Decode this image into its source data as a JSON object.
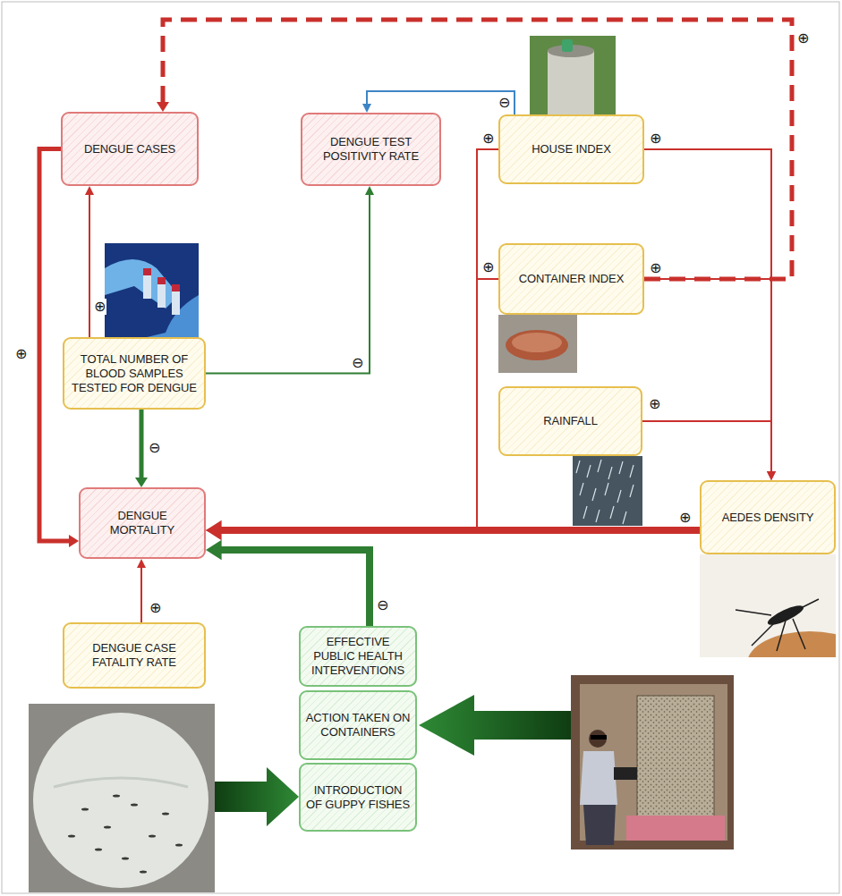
{
  "diagram": {
    "nodes": [
      {
        "text": [
          "DENGUE CASES"
        ]
      },
      {
        "text": [
          "DENGUE TEST POSITIVITY RATE"
        ]
      },
      {
        "text": [
          "HOUSE INDEX"
        ]
      },
      {
        "text": [
          "CONTAINER INDEX"
        ]
      },
      {
        "text": [
          "TOTAL NUMBER OF BLOOD SAMPLES TESTED FOR DENGUE"
        ]
      },
      {
        "text": [
          "RAINFALL"
        ]
      },
      {
        "text": [
          "AEDES DENSITY"
        ]
      },
      {
        "text": [
          "DENGUE MORTALITY"
        ]
      },
      {
        "text": [
          "DENGUE CASE FATALITY RATE"
        ]
      },
      {
        "text": [
          "EFFECTIVE PUBLIC HEALTH INTERVENTIONS"
        ]
      },
      {
        "text": [
          "ACTION TAKEN ON CONTAINERS"
        ]
      },
      {
        "text": [
          "INTRODUCTION OF GUPPY FISHES"
        ]
      }
    ],
    "edges": [
      {
        "from": 3,
        "to": 0,
        "arrow": "to",
        "label": "⊕"
      },
      {
        "from": 2,
        "to": 1,
        "arrow": "to",
        "label": "⊖"
      },
      {
        "from": 2,
        "to": 7,
        "arrow": "to",
        "label": "⊕"
      },
      {
        "from": 3,
        "to": 7,
        "arrow": "to",
        "label": "⊕"
      },
      {
        "from": 2,
        "to": 6,
        "arrow": "to",
        "label": "⊕"
      },
      {
        "from": 3,
        "to": 6,
        "arrow": "to",
        "label": "⊕"
      },
      {
        "from": 5,
        "to": 6,
        "arrow": "to",
        "label": "⊕"
      },
      {
        "from": 6,
        "to": 7,
        "arrow": "to",
        "label": "⊕"
      },
      {
        "from": 0,
        "to": 7,
        "arrow": "to",
        "label": "⊕"
      },
      {
        "from": 4,
        "to": 0,
        "arrow": "to",
        "label": "⊕"
      },
      {
        "from": 4,
        "to": 1,
        "arrow": "to",
        "label": "⊖"
      },
      {
        "from": 4,
        "to": 7,
        "arrow": "to",
        "label": "⊖"
      },
      {
        "from": 8,
        "to": 7,
        "arrow": "to",
        "label": "⊕"
      },
      {
        "from": 9,
        "to": 7,
        "arrow": "to",
        "label": "⊖"
      }
    ]
  }
}
